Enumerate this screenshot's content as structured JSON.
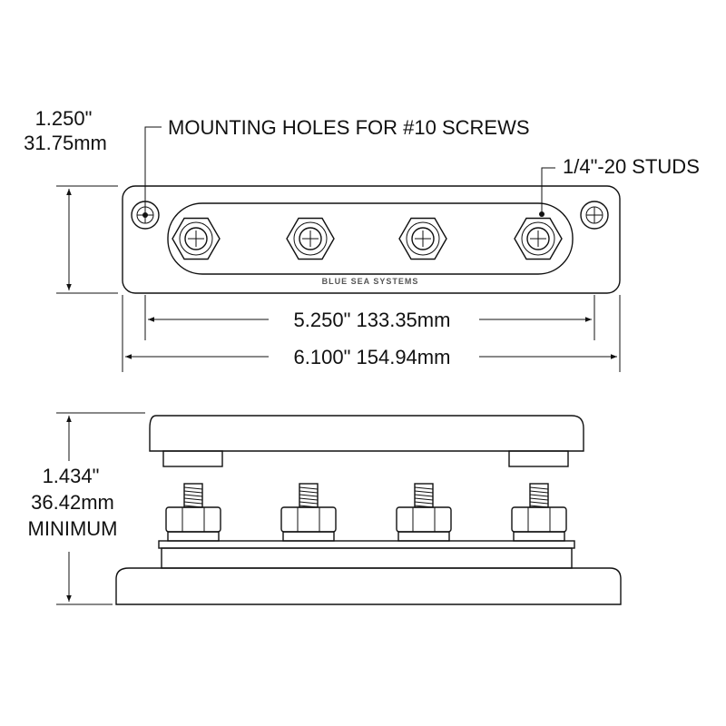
{
  "labels": {
    "height_in": "1.250\"",
    "height_mm": "31.75mm",
    "mounting_holes": "MOUNTING HOLES FOR #10 SCREWS",
    "studs": "1/4\"-20 STUDS",
    "hole_spacing": "5.250\" 133.35mm",
    "overall_length": "6.100\" 154.94mm",
    "brand": "BLUE SEA SYSTEMS",
    "side_height_in": "1.434\"",
    "side_height_mm": "36.42mm",
    "side_height_note": "MINIMUM"
  },
  "colors": {
    "line": "#111111",
    "background": "#ffffff"
  },
  "stud_count": 4,
  "mounting_hole_count": 2
}
